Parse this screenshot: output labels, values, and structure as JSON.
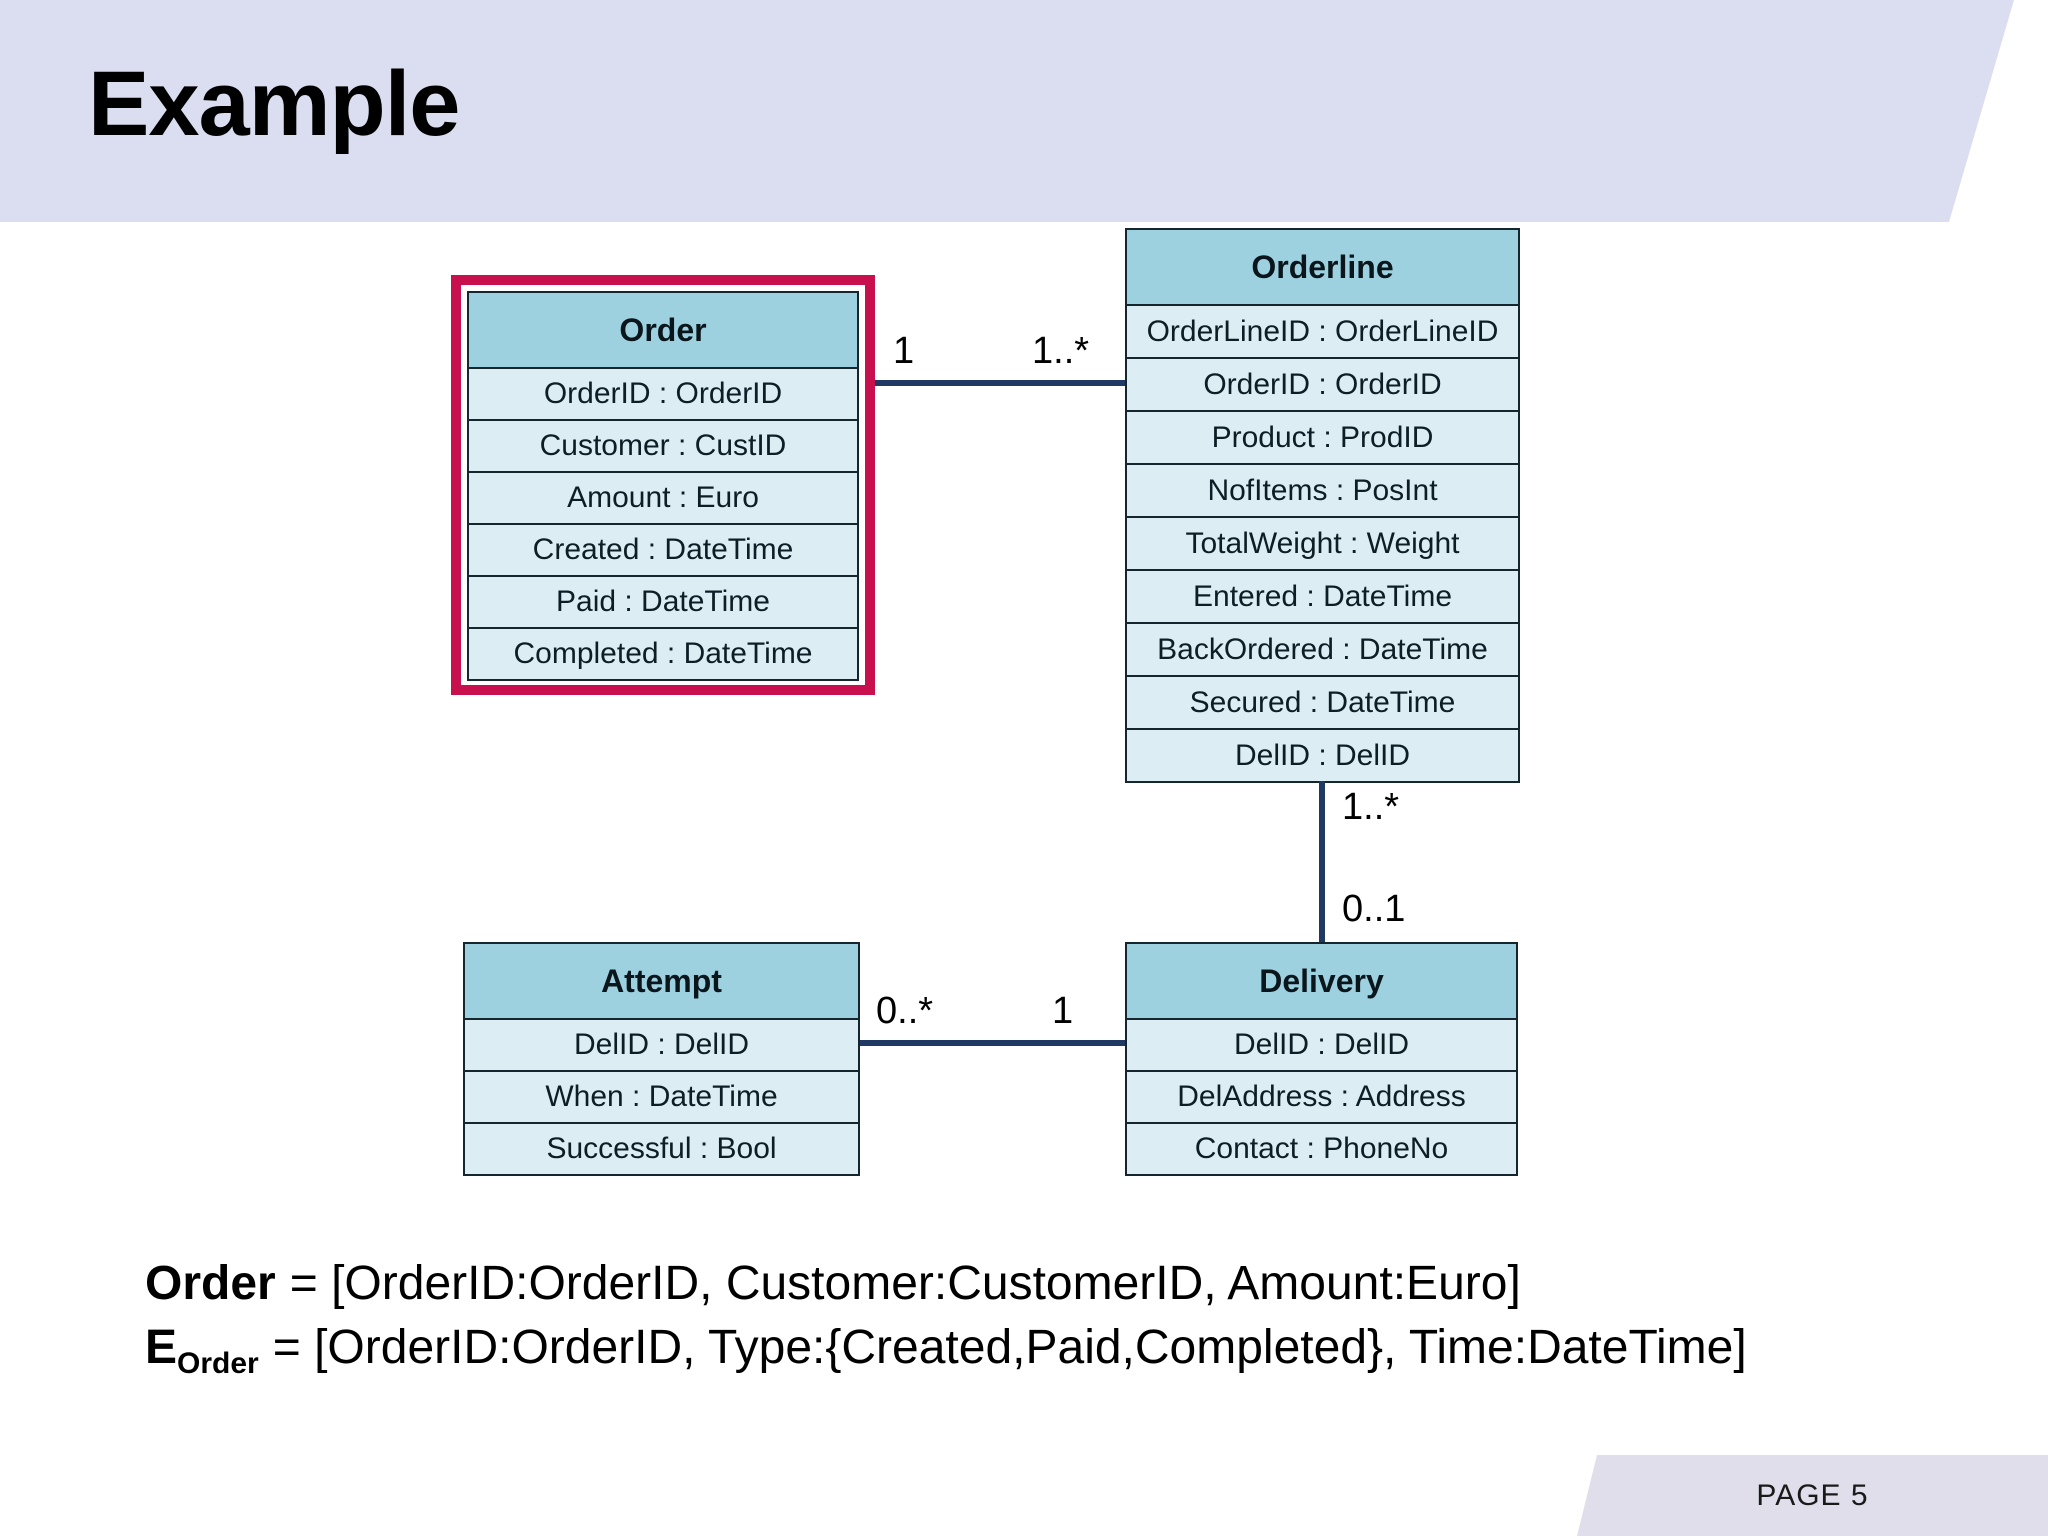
{
  "slide": {
    "title": "Example",
    "page_label": "PAGE 5"
  },
  "colors": {
    "accent": "#c8104f",
    "line": "#1f3864",
    "head_fill": "#9dd1e0",
    "row_fill": "#dcedf3",
    "table_border": "#15262e",
    "band": "#dbddf0",
    "footer_band": "#dfdeea"
  },
  "diagram": {
    "entities": {
      "order": {
        "title": "Order",
        "rows": [
          "OrderID : OrderID",
          "Customer : CustID",
          "Amount : Euro",
          "Created : DateTime",
          "Paid : DateTime",
          "Completed : DateTime"
        ]
      },
      "orderline": {
        "title": "Orderline",
        "rows": [
          "OrderLineID : OrderLineID",
          "OrderID : OrderID",
          "Product : ProdID",
          "NofItems : PosInt",
          "TotalWeight : Weight",
          "Entered : DateTime",
          "BackOrdered : DateTime",
          "Secured : DateTime",
          "DelID : DelID"
        ]
      },
      "attempt": {
        "title": "Attempt",
        "rows": [
          "DelID : DelID",
          "When : DateTime",
          "Successful : Bool"
        ]
      },
      "delivery": {
        "title": "Delivery",
        "rows": [
          "DelID : DelID",
          "DelAddress : Address",
          "Contact : PhoneNo"
        ]
      }
    },
    "multiplicities": {
      "order_orderline": {
        "source": "1",
        "target": "1..*"
      },
      "orderline_delivery": {
        "source": "1..*",
        "target": "0..1"
      },
      "attempt_delivery": {
        "source": "0..*",
        "target": "1"
      }
    }
  },
  "formulas": {
    "line1": {
      "lhs": "Order",
      "rhs": "= [OrderID:OrderID, Customer:CustomerID, Amount:Euro]"
    },
    "line2": {
      "lhs": "E",
      "lhs_subscript": "Order",
      "rhs": "= [OrderID:OrderID, Type:{Created,Paid,Completed}, Time:DateTime]"
    }
  }
}
